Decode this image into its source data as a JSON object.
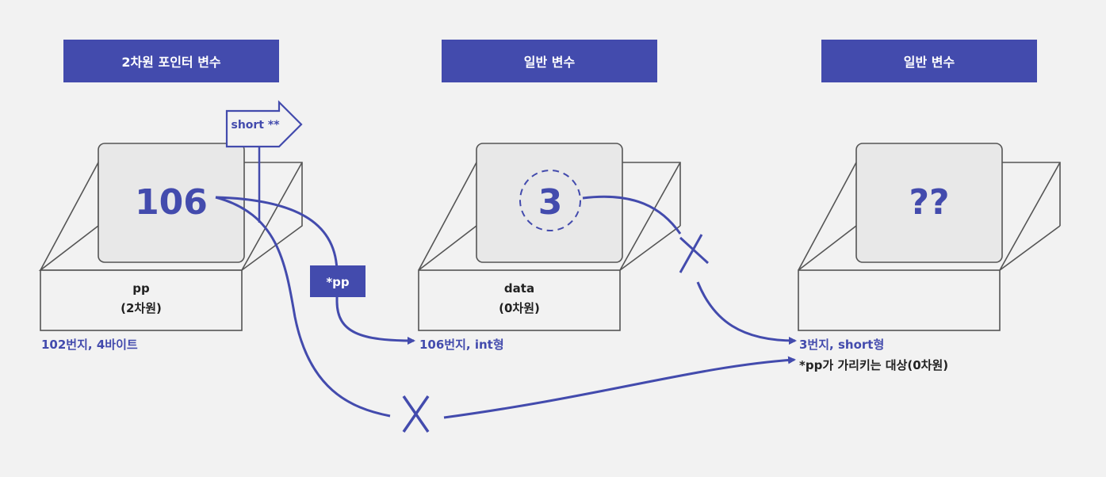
{
  "headers": [
    "2차원 포인터 변수",
    "일반 변수",
    "일반 변수"
  ],
  "boxes": [
    {
      "value": "106",
      "name": "pp",
      "dim": "(2차원)",
      "address": "102번지, 4바이트"
    },
    {
      "value": "3",
      "name": "data",
      "dim": "(0차원)",
      "address": "106번지, int형"
    },
    {
      "value": "??",
      "name": "",
      "dim": "",
      "address": "3번지, short형"
    }
  ],
  "type_tag": "short **",
  "deref_label": "*pp",
  "target_note": "*pp가 가리키는 대상(0차원)",
  "colors": {
    "accent": "#434bad",
    "box_fill": "#e8e8e8",
    "background": "#f2f2f2",
    "outline": "#555555"
  }
}
